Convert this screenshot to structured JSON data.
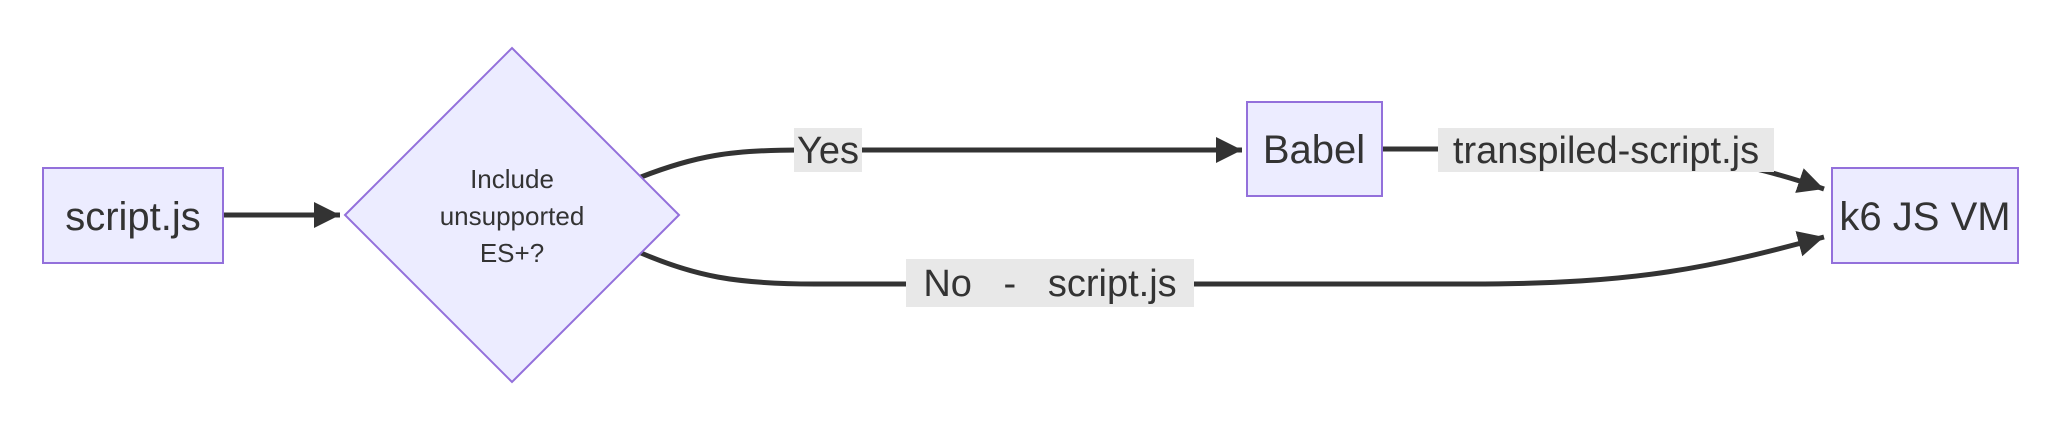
{
  "diagram": {
    "type": "flowchart-LR",
    "colors": {
      "node_fill": "#ECECFF",
      "node_border": "#9370DB",
      "edge_line": "#333333",
      "edge_label_background": "#e8e8e8",
      "text": "#333333",
      "background": "#ffffff"
    },
    "nodes": {
      "script": {
        "label": "script.js"
      },
      "decision": {
        "lines": [
          "Include",
          "unsupported",
          "ES+?"
        ]
      },
      "babel": {
        "label": "Babel"
      },
      "k6": {
        "label": "k6 JS VM"
      }
    },
    "edge_labels": {
      "yes": "Yes",
      "no": "No   -   script.js",
      "transpiled": "transpiled-script.js"
    }
  }
}
